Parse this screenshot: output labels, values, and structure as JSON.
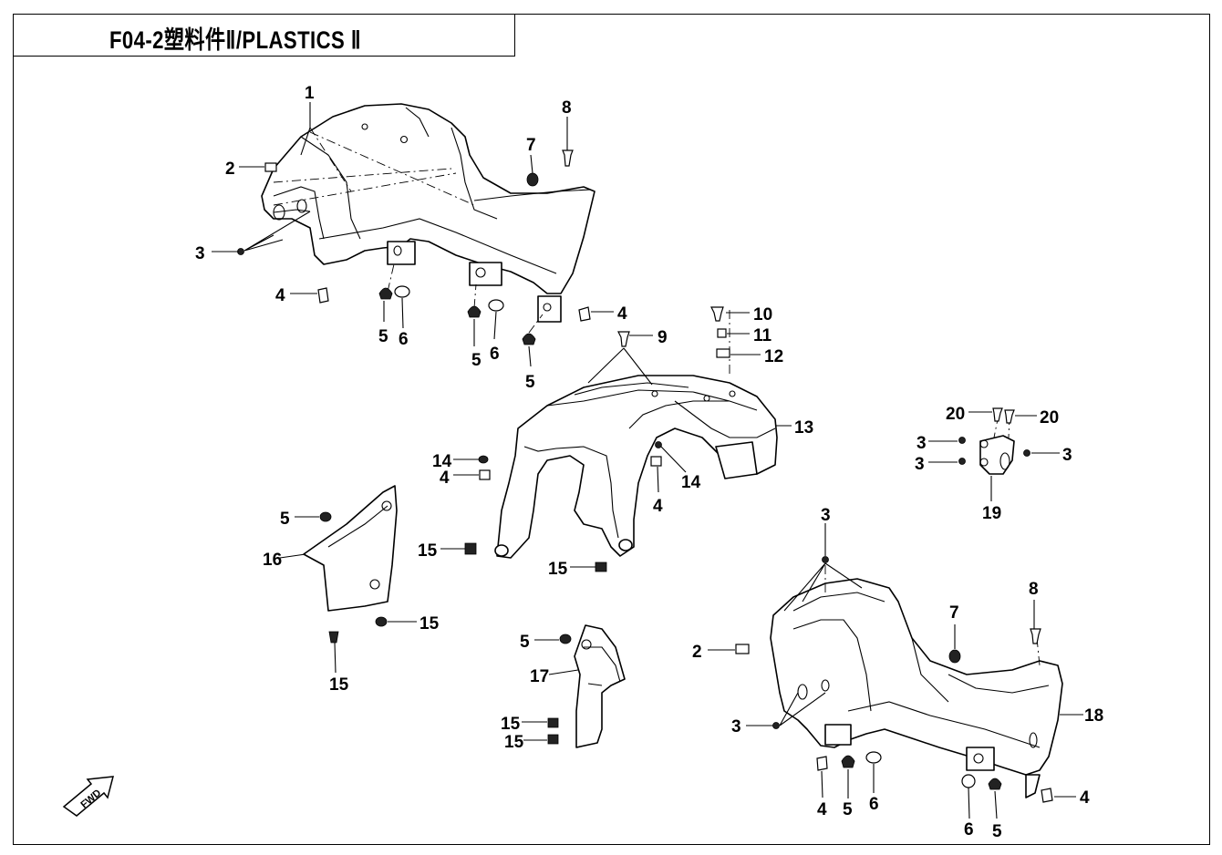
{
  "title": "F04-2塑料件Ⅱ/PLASTICS Ⅱ",
  "fwd_label": "FWD",
  "callouts": {
    "p1": "1",
    "p2": "2",
    "p3": "3",
    "p4": "4",
    "p5": "5",
    "p6": "6",
    "p7": "7",
    "p8": "8",
    "p9": "9",
    "p10": "10",
    "p11": "11",
    "p12": "12",
    "p13": "13",
    "p14": "14",
    "p15": "15",
    "p16": "16",
    "p17": "17",
    "p18": "18",
    "p19": "19",
    "p20": "20"
  }
}
